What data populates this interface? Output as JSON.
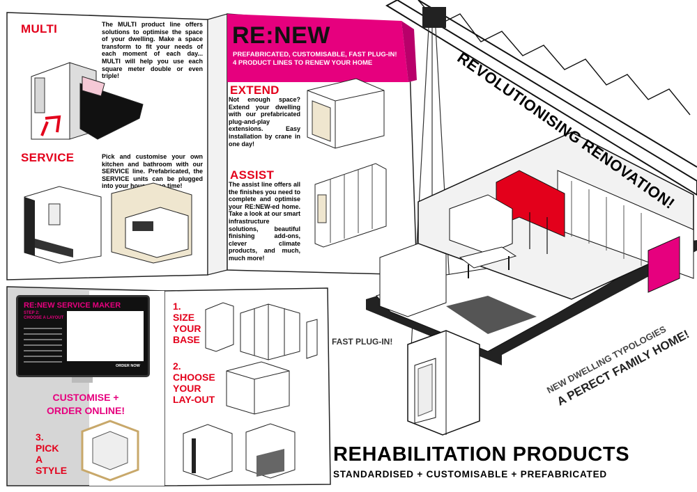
{
  "brochure": {
    "multi_title": "MULTI",
    "multi_text": "The MULTI product line offers solutions to optimise the space of your dwelling. Make a space transform to fit your needs of each moment of each day... MULTI will help you use each square meter double or even triple!",
    "service_title": "SERVICE",
    "service_text": "Pick and customise your own kitchen and bathroom with our SERVICE line. Prefabricated, the SERVICE units can be plugged into your house in no time!",
    "renew_logo": "RE:NEW",
    "renew_tagline_1": "PREFABRICATED, CUSTOMISABLE, FAST PLUG-IN!",
    "renew_tagline_2": "4 PRODUCT LINES TO RENEW YOUR HOME",
    "extend_title": "EXTEND",
    "extend_text": "Not enough space? Extend your dwelling with our prefabricated plug-and-play extensions. Easy installation by crane in one day!",
    "assist_title": "ASSIST",
    "assist_text": "The assist line offers all the finishes you need to complete and optimise your RE:NEW-ed home. Take a look at our smart infrastructure solutions, beautiful finishing add-ons, clever climate products, and much, much more!"
  },
  "configurator": {
    "screen_title": "RE:NEW SERVICE MAKER",
    "screen_step": "STEP 2:",
    "screen_step_label": "CHOOSE A LAYOUT",
    "screen_button": "ORDER NOW",
    "customise_line1": "CUSTOMISE +",
    "customise_line2": "ORDER ONLINE!",
    "step3_line1": "3.",
    "step3_line2": "PICK",
    "step3_line3": "A",
    "step3_line4": "STYLE",
    "step1_line1": "1.",
    "step1_line2": "SIZE",
    "step1_line3": "YOUR",
    "step1_line4": "BASE",
    "step2_line1": "2.",
    "step2_line2": "CHOOSE",
    "step2_line3": "YOUR",
    "step2_line4": "LAY-OUT"
  },
  "scene": {
    "crane_slogan": "REVOLUTIONISING RENOVATION!",
    "typologies_line1": "NEW DWELLING TYPOLOGIES",
    "typologies_line2": "A PERECT FAMILY HOME!",
    "fast_plugin": "FAST PLUG-IN!"
  },
  "footer": {
    "title": "REHABILITATION PRODUCTS",
    "subtitle": "STANDARDISED + CUSTOMISABLE + PREFABRICATED"
  },
  "colors": {
    "accent_magenta": "#e6007e",
    "accent_red": "#e3001b",
    "screen_bg": "#111111"
  }
}
